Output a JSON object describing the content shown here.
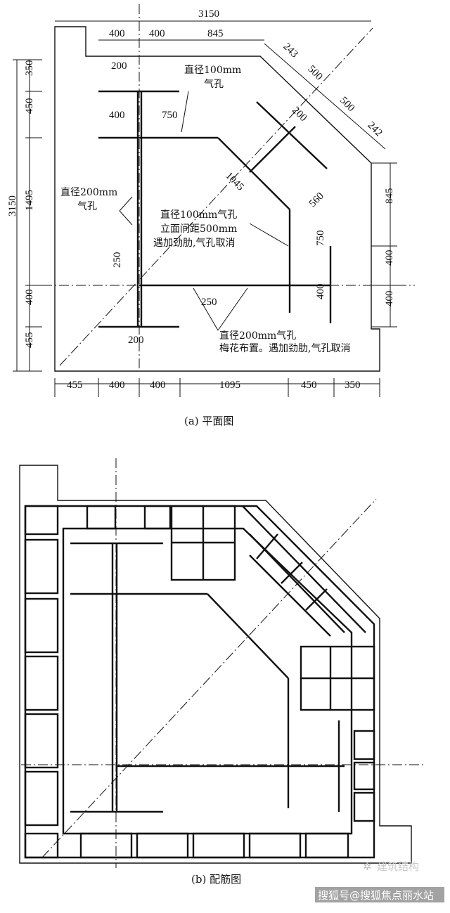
{
  "plan": {
    "caption": "(a) 平面图",
    "dims_top": [
      "3150",
      "400",
      "400",
      "845",
      "243",
      "500",
      "500",
      "242"
    ],
    "dims_small": [
      "200",
      "400",
      "750",
      "200",
      "1045",
      "560",
      "250",
      "250",
      "200"
    ],
    "dims_left": [
      "3150",
      "350",
      "450",
      "1495",
      "400",
      "455"
    ],
    "dims_right": [
      "845",
      "400",
      "400",
      "750",
      "400"
    ],
    "dims_bottom": [
      "455",
      "400",
      "400",
      "1095",
      "450",
      "350"
    ],
    "notes": {
      "vent_100_top": [
        "直径100mm",
        "气孔"
      ],
      "vent_200_left": [
        "直径200mm",
        "气孔"
      ],
      "vent_100_mid": [
        "直径100mm气孔",
        "立面间距500mm",
        "遇加劲肋,气孔取消"
      ],
      "vent_200_bottom": [
        "直径200mm气孔",
        "梅花布置。遇加劲肋,气孔取消"
      ]
    }
  },
  "rebar": {
    "caption": "(b) 配筋图"
  },
  "watermark": {
    "logo_text": "建筑结构",
    "credit": "搜狐号@搜狐焦点丽水站"
  }
}
